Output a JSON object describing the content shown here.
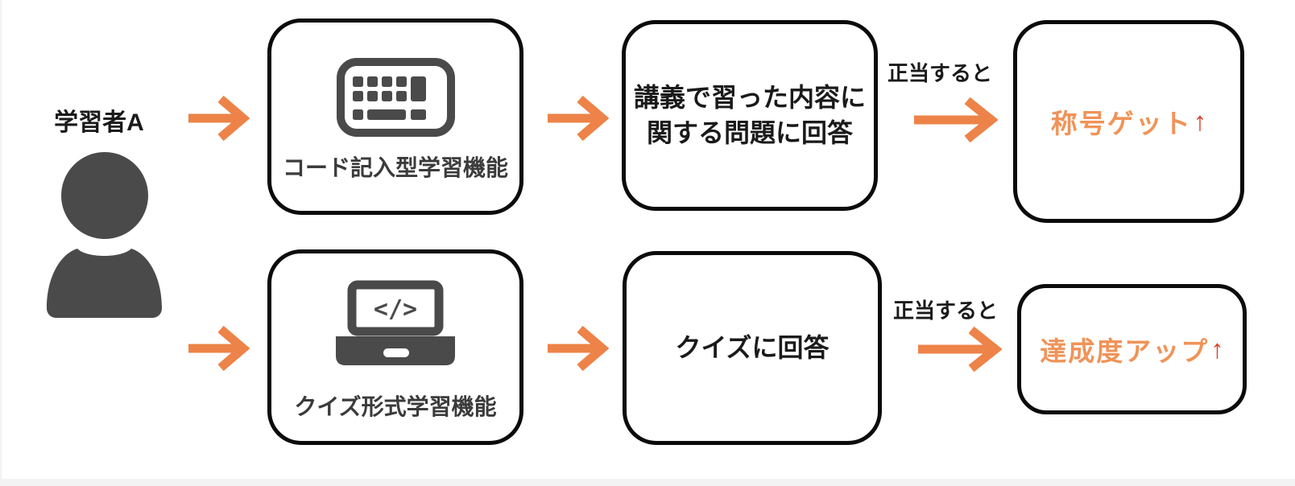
{
  "colors": {
    "arrow": "#ED8348",
    "orange-text": "#F09358",
    "red-text": "#E23B25",
    "icon": "#4A4A4A",
    "label": "#3B3B3B",
    "text": "#1A1A1A",
    "border": "#0B0B0B",
    "page-edge": "#F3F3F3"
  },
  "actor": {
    "label": "学習者A",
    "icon": "person-icon"
  },
  "flows": {
    "top": {
      "feature": {
        "label": "コード記入型学習機能",
        "icon": "keyboard-icon"
      },
      "task": {
        "lines": [
          "講義で習った内容に",
          "関する問題に回答"
        ]
      },
      "condition": "正当すると",
      "reward": {
        "label": "称号ゲット",
        "up_arrow": "↑"
      }
    },
    "bottom": {
      "feature": {
        "label": "クイズ形式学習機能",
        "icon": "laptop-code-icon"
      },
      "task": {
        "lines": [
          "クイズに回答"
        ]
      },
      "condition": "正当すると",
      "reward": {
        "label": "達成度アップ",
        "up_arrow": "↑"
      }
    }
  },
  "icons": {
    "laptop_screen_text": "</>"
  }
}
